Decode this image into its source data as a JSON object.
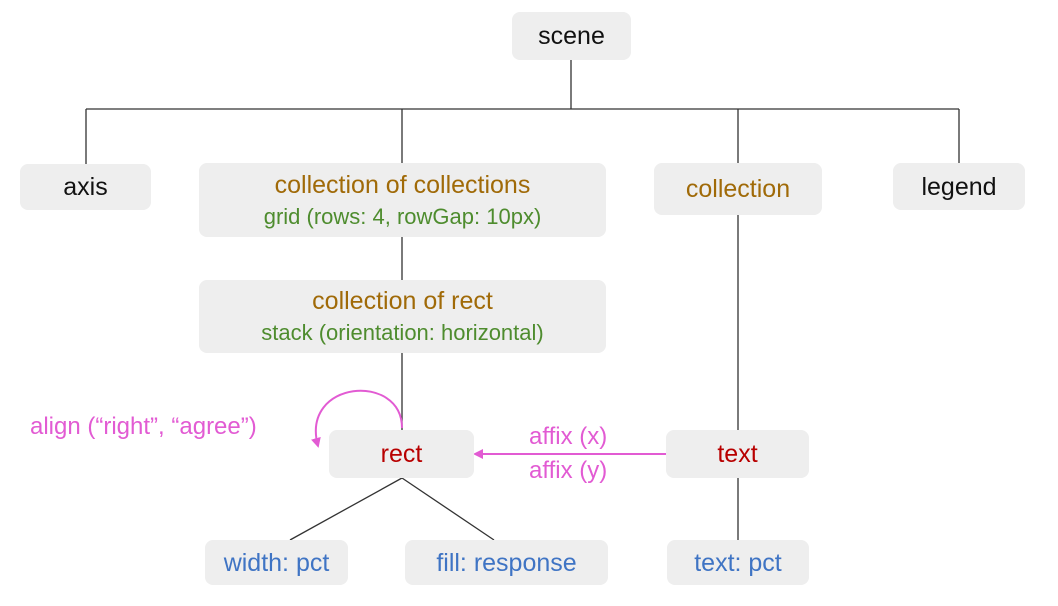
{
  "colors": {
    "edge": "#333333",
    "node_bg": "#eeeeee",
    "type": "#a06a08",
    "layout": "#4e8c2e",
    "mark": "#b80000",
    "encoding": "#3f74c4",
    "constraint": "#e25bd3"
  },
  "nodes": {
    "scene": "scene",
    "axis": "axis",
    "coll_of_colls": {
      "title": "collection of collections",
      "layout": "grid (rows: 4, rowGap: 10px)"
    },
    "collection": "collection",
    "legend": "legend",
    "coll_of_rect": {
      "title": "collection of rect",
      "layout": "stack (orientation: horizontal)"
    },
    "rect": "rect",
    "text": "text",
    "width": "width: pct",
    "fill": "fill: response",
    "text_enc": "text: pct"
  },
  "constraints": {
    "align": "align (“right”, “agree”)",
    "affix_x": "affix (x)",
    "affix_y": "affix (y)"
  }
}
